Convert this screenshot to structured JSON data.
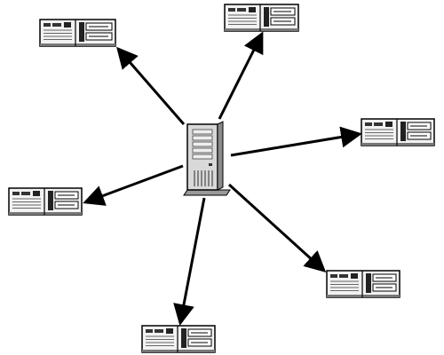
{
  "diagram": {
    "type": "star-network",
    "hub": {
      "icon": "server-tower-icon"
    },
    "nodes": [
      {
        "id": "node-top-left",
        "icon": "desktop-computer-icon"
      },
      {
        "id": "node-top-right",
        "icon": "desktop-computer-icon"
      },
      {
        "id": "node-right",
        "icon": "desktop-computer-icon"
      },
      {
        "id": "node-left",
        "icon": "desktop-computer-icon"
      },
      {
        "id": "node-bottom-right",
        "icon": "desktop-computer-icon"
      },
      {
        "id": "node-bottom",
        "icon": "desktop-computer-icon"
      }
    ],
    "links": [
      {
        "from": "hub",
        "to": "node-top-left",
        "arrow": "to"
      },
      {
        "from": "hub",
        "to": "node-top-right",
        "arrow": "to"
      },
      {
        "from": "hub",
        "to": "node-right",
        "arrow": "to"
      },
      {
        "from": "hub",
        "to": "node-left",
        "arrow": "to"
      },
      {
        "from": "hub",
        "to": "node-bottom-right",
        "arrow": "to"
      },
      {
        "from": "hub",
        "to": "node-bottom",
        "arrow": "to"
      }
    ],
    "colors": {
      "line": "#000000",
      "device_fill": "#f2f2f2",
      "server_fill": "#d9d9d9",
      "outline": "#000000"
    }
  }
}
